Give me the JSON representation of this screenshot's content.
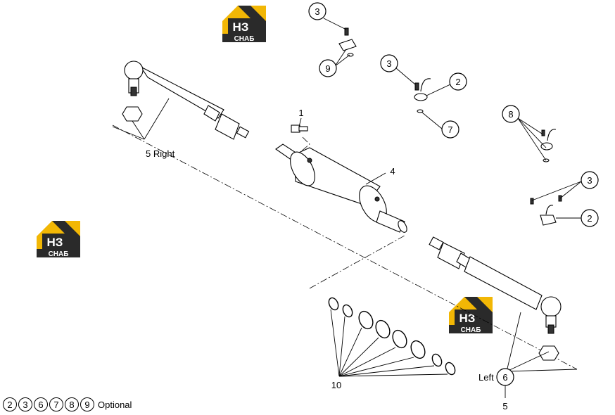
{
  "brand": {
    "line1": "НЗ",
    "line2": "СНАБ",
    "primary": "#f2b705",
    "dark": "#2a2a2a"
  },
  "callouts": {
    "c1": "1",
    "c2a": "2",
    "c2b": "2",
    "c3a": "3",
    "c3b": "3",
    "c3c": "3",
    "c4": "4",
    "c5": "5",
    "c6": "6",
    "c7": "7",
    "c8": "8",
    "c9": "9",
    "c10": "10"
  },
  "labels": {
    "right": "5  Right",
    "left": "Left"
  },
  "legend": {
    "items": [
      "2",
      "3",
      "6",
      "7",
      "8",
      "9"
    ],
    "text": "Optional"
  }
}
